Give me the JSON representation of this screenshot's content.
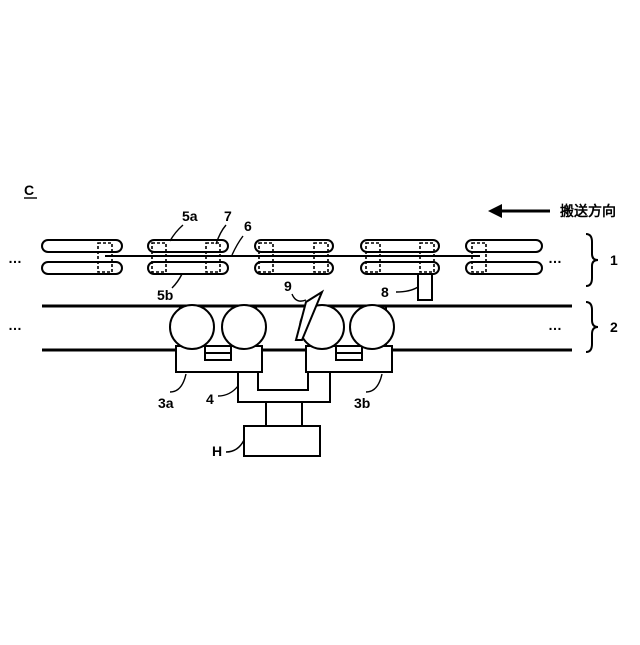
{
  "figure_label": "C",
  "direction_label": "搬送方向",
  "ellipsis": "…",
  "labels": {
    "l1": "1",
    "l2": "2",
    "l3a": "3a",
    "l3b": "3b",
    "l4": "4",
    "l5a": "5a",
    "l5b": "5b",
    "l6": "6",
    "l7": "7",
    "l8": "8",
    "l9": "9",
    "lH": "H"
  }
}
